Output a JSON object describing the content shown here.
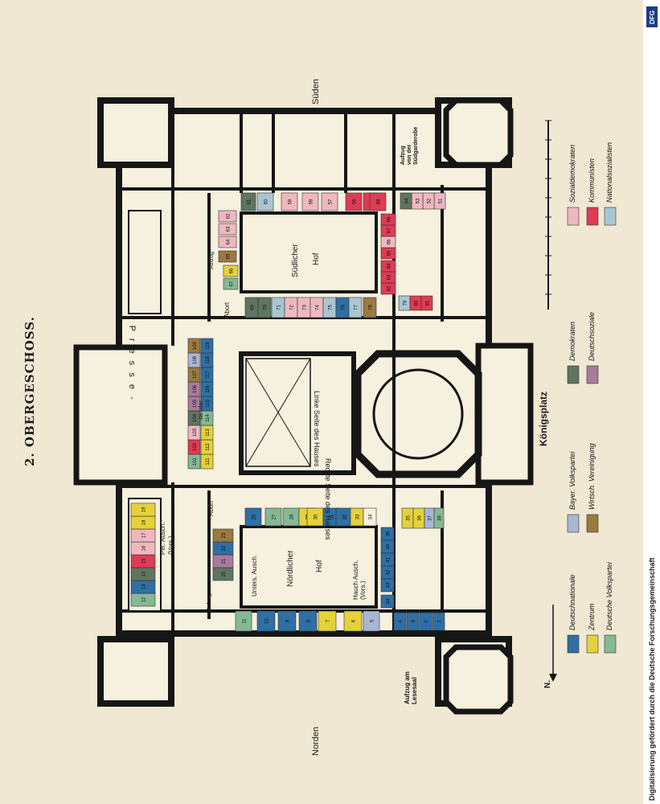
{
  "title": "2. OBERGESCHOSS.",
  "credit": "Digitalisierung gefördert durch die Deutsche Forschungsgemeinschaft",
  "credit_badge": "DFG",
  "compass": {
    "north": "Norden",
    "south": "Süden",
    "arrow": "N."
  },
  "areas": {
    "koenigsplatz": "Königsplatz",
    "left_side": "Linke Seite des Hauses",
    "right_side": "Rechte Seite des Hauses",
    "south_court_1": "Südlicher",
    "south_court_2": "Hof",
    "north_court_1": "Nördlicher",
    "north_court_2": "Hof",
    "presse": "- P r e s s e -",
    "abort_s": "Abort",
    "abort_n": "Abort",
    "aufzug_s": "Aufzug",
    "aufzug_n": "Aufzug",
    "aufzug_sued": "Aufzug von der Südgarderobe",
    "aufzug_lese": "Aufzug am Lesesaal",
    "pet_ausch": "Pet. Ausch. (Vors.)",
    "unters_ausch": "Unters. Ausch.",
    "hauch_ausch": "Hauch Ausch. (Vors.)",
    "da_oder": "da oder"
  },
  "colors": {
    "dnvp": "#2f6fa4",
    "zentrum": "#e4d23a",
    "dvp": "#86b896",
    "bvp": "#aab7d4",
    "wirtsch": "#9a7a3f",
    "ddp": "#5e7560",
    "dsoz": "#a77b9e",
    "spd": "#efb8c0",
    "kpd": "#df3b54",
    "nsdap": "#a9c6d2",
    "wall": "#161616",
    "room": "#f6f0de"
  },
  "legend": [
    {
      "label": "Deutschnationale",
      "color_key": "dnvp"
    },
    {
      "label": "Zentrum",
      "color_key": "zentrum"
    },
    {
      "label": "Deutsche Volkspartei",
      "color_key": "dvp"
    },
    {
      "label": "Bayer. Volkspartei",
      "color_key": "bvp"
    },
    {
      "label": "Wirtsch. Vereinigung",
      "color_key": "wirtsch"
    },
    {
      "label": "Demokraten",
      "color_key": "ddp"
    },
    {
      "label": "Deutschsoziale",
      "color_key": "dsoz"
    },
    {
      "label": "Sozialdemokraten",
      "color_key": "spd"
    },
    {
      "label": "Kommunisten",
      "color_key": "kpd"
    },
    {
      "label": "Nationalsozialisten",
      "color_key": "nsdap"
    }
  ],
  "rooms": [
    {
      "n": "1",
      "p": "dnvp"
    },
    {
      "n": "2",
      "p": "dnvp"
    },
    {
      "n": "3",
      "p": "dnvp"
    },
    {
      "n": "4",
      "p": "dnvp"
    },
    {
      "n": "5",
      "p": "bvp"
    },
    {
      "n": "6",
      "p": "zentrum"
    },
    {
      "n": "7",
      "p": "zentrum"
    },
    {
      "n": "8",
      "p": "dnvp"
    },
    {
      "n": "9",
      "p": "dnvp"
    },
    {
      "n": "10",
      "p": "dnvp"
    },
    {
      "n": "11",
      "p": "dvp"
    },
    {
      "n": "12",
      "p": "dvp"
    },
    {
      "n": "13",
      "p": "dnvp"
    },
    {
      "n": "14",
      "p": "ddp"
    },
    {
      "n": "15",
      "p": "kpd"
    },
    {
      "n": "16",
      "p": "spd"
    },
    {
      "n": "17",
      "p": "spd"
    },
    {
      "n": "18",
      "p": "zentrum"
    },
    {
      "n": "19",
      "p": "zentrum"
    },
    {
      "n": "20",
      "p": "ddp"
    },
    {
      "n": "21",
      "p": "dsoz"
    },
    {
      "n": "22",
      "p": "dnvp"
    },
    {
      "n": "23",
      "p": "wirtsch"
    },
    {
      "n": "25",
      "p": "dnvp"
    },
    {
      "n": "26",
      "p": "dnvp"
    },
    {
      "n": "27",
      "p": "dvp"
    },
    {
      "n": "28",
      "p": "dvp"
    },
    {
      "n": "29",
      "p": "zentrum"
    },
    {
      "n": "30",
      "p": "zentrum"
    },
    {
      "n": "31",
      "p": "dnvp"
    },
    {
      "n": "32",
      "p": "dnvp"
    },
    {
      "n": "33",
      "p": "zentrum"
    },
    {
      "n": "34",
      "p": "room"
    },
    {
      "n": "35",
      "p": "zentrum"
    },
    {
      "n": "36",
      "p": "zentrum"
    },
    {
      "n": "37",
      "p": "bvp"
    },
    {
      "n": "38",
      "p": "dvp"
    },
    {
      "n": "39",
      "p": "dnvp"
    },
    {
      "n": "40",
      "p": "dnvp"
    },
    {
      "n": "41",
      "p": "dnvp"
    },
    {
      "n": "42",
      "p": "dnvp"
    },
    {
      "n": "43",
      "p": "dnvp"
    },
    {
      "n": "44",
      "p": "dnvp"
    },
    {
      "n": "50",
      "p": "nsdap"
    },
    {
      "n": "51",
      "p": "spd"
    },
    {
      "n": "52",
      "p": "spd"
    },
    {
      "n": "53",
      "p": "spd"
    },
    {
      "n": "54",
      "p": "ddp"
    },
    {
      "n": "55",
      "p": "kpd"
    },
    {
      "n": "56",
      "p": "kpd"
    },
    {
      "n": "57",
      "p": "spd"
    },
    {
      "n": "58",
      "p": "spd"
    },
    {
      "n": "59",
      "p": "spd"
    },
    {
      "n": "61",
      "p": "ddp"
    },
    {
      "n": "62",
      "p": "spd"
    },
    {
      "n": "63",
      "p": "spd"
    },
    {
      "n": "64",
      "p": "spd"
    },
    {
      "n": "65",
      "p": "wirtsch"
    },
    {
      "n": "66",
      "p": "zentrum"
    },
    {
      "n": "67",
      "p": "dvp"
    },
    {
      "n": "68",
      "p": "kpd"
    },
    {
      "n": "69",
      "p": "ddp"
    },
    {
      "n": "70",
      "p": "ddp"
    },
    {
      "n": "71",
      "p": "nsdap"
    },
    {
      "n": "72",
      "p": "spd"
    },
    {
      "n": "73",
      "p": "spd"
    },
    {
      "n": "74",
      "p": "spd"
    },
    {
      "n": "75",
      "p": "nsdap"
    },
    {
      "n": "76",
      "p": "dnvp"
    },
    {
      "n": "77",
      "p": "nsdap"
    },
    {
      "n": "78",
      "p": "wirtsch"
    },
    {
      "n": "79",
      "p": "nsdap"
    },
    {
      "n": "80",
      "p": "kpd"
    },
    {
      "n": "81",
      "p": "kpd"
    },
    {
      "n": "82",
      "p": "kpd"
    },
    {
      "n": "83",
      "p": "kpd"
    },
    {
      "n": "84",
      "p": "kpd"
    },
    {
      "n": "85",
      "p": "kpd"
    },
    {
      "n": "86",
      "p": "spd"
    },
    {
      "n": "87",
      "p": "kpd"
    },
    {
      "n": "88",
      "p": "kpd"
    },
    {
      "n": "101",
      "p": "dvp"
    },
    {
      "n": "102",
      "p": "kpd"
    },
    {
      "n": "103",
      "p": "spd"
    },
    {
      "n": "104",
      "p": "ddp"
    },
    {
      "n": "105",
      "p": "dsoz"
    },
    {
      "n": "106",
      "p": "dsoz"
    },
    {
      "n": "107",
      "p": "wirtsch"
    },
    {
      "n": "108",
      "p": "bvp"
    },
    {
      "n": "109",
      "p": "wirtsch"
    },
    {
      "n": "111",
      "p": "zentrum"
    },
    {
      "n": "112",
      "p": "zentrum"
    },
    {
      "n": "113",
      "p": "zentrum"
    },
    {
      "n": "114",
      "p": "dvp"
    },
    {
      "n": "115",
      "p": "dnvp"
    },
    {
      "n": "116",
      "p": "dnvp"
    },
    {
      "n": "117",
      "p": "dnvp"
    },
    {
      "n": "118",
      "p": "dnvp"
    },
    {
      "n": "119",
      "p": "dnvp"
    }
  ]
}
